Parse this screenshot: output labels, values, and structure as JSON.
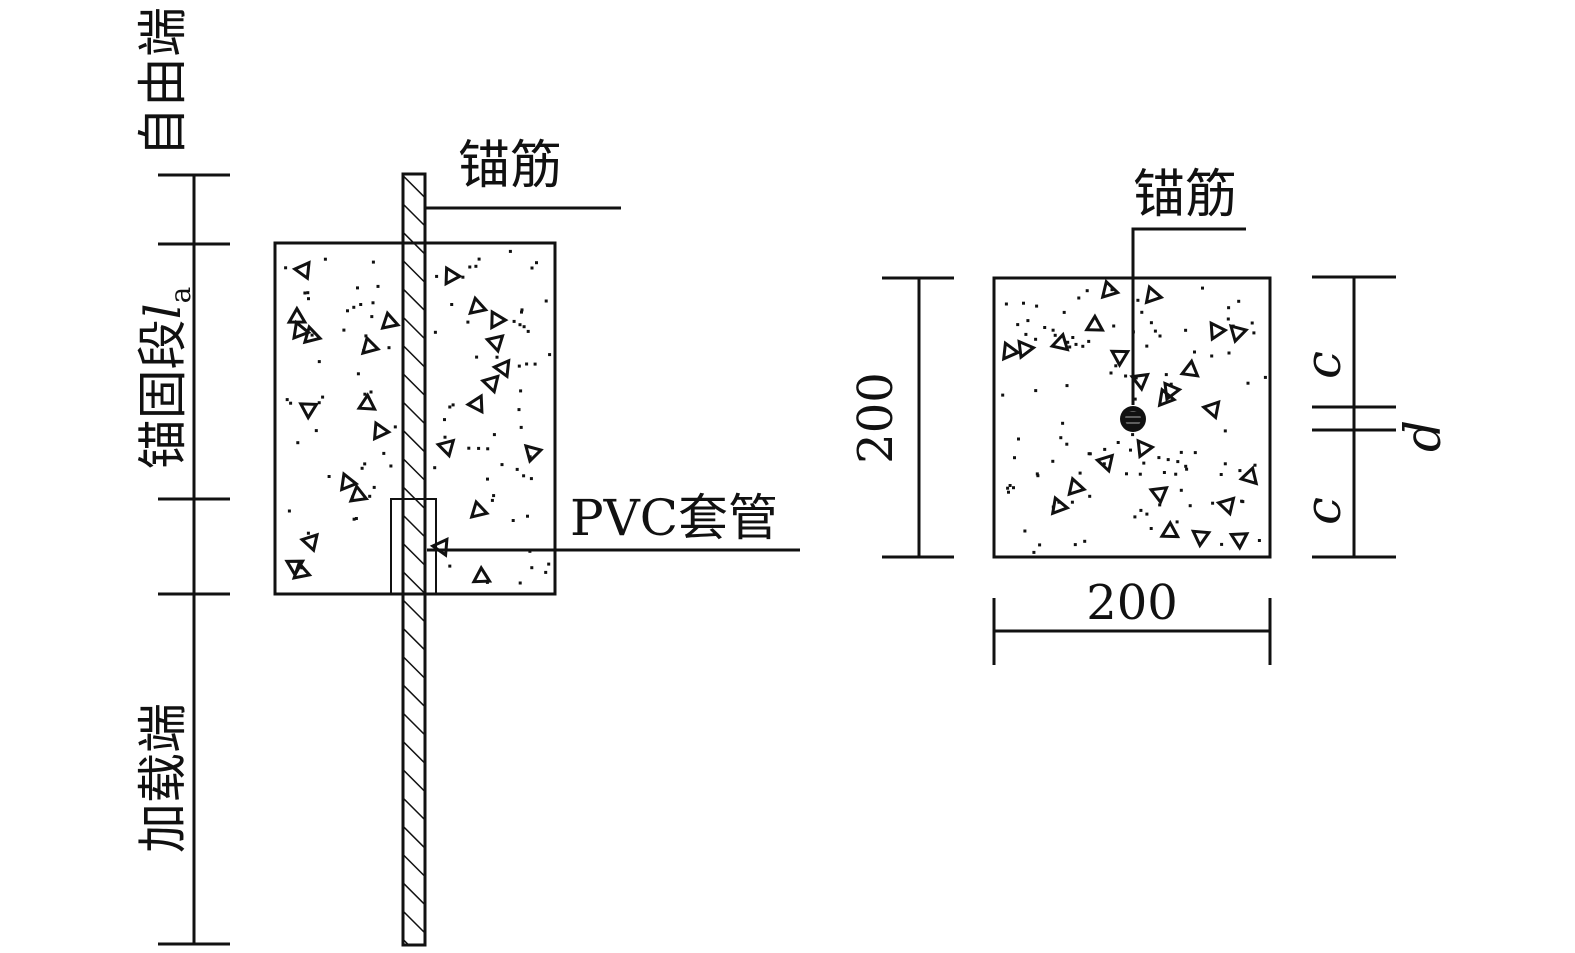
{
  "side_view": {
    "zone_free_end": "自由端",
    "zone_anchorage_prefix": "锚固段",
    "zone_anchorage_symbol": "l",
    "zone_anchorage_subscript": "a",
    "zone_loading_end": "加载端",
    "rebar_label": "锚筋",
    "sleeve_label": "PVC套管"
  },
  "cross_section": {
    "rebar_label": "锚筋",
    "height_value": "200",
    "width_value": "200",
    "cover_symbol": "c",
    "diameter_symbol": "d"
  },
  "colors": {
    "line": "#111111",
    "background": "#ffffff"
  }
}
